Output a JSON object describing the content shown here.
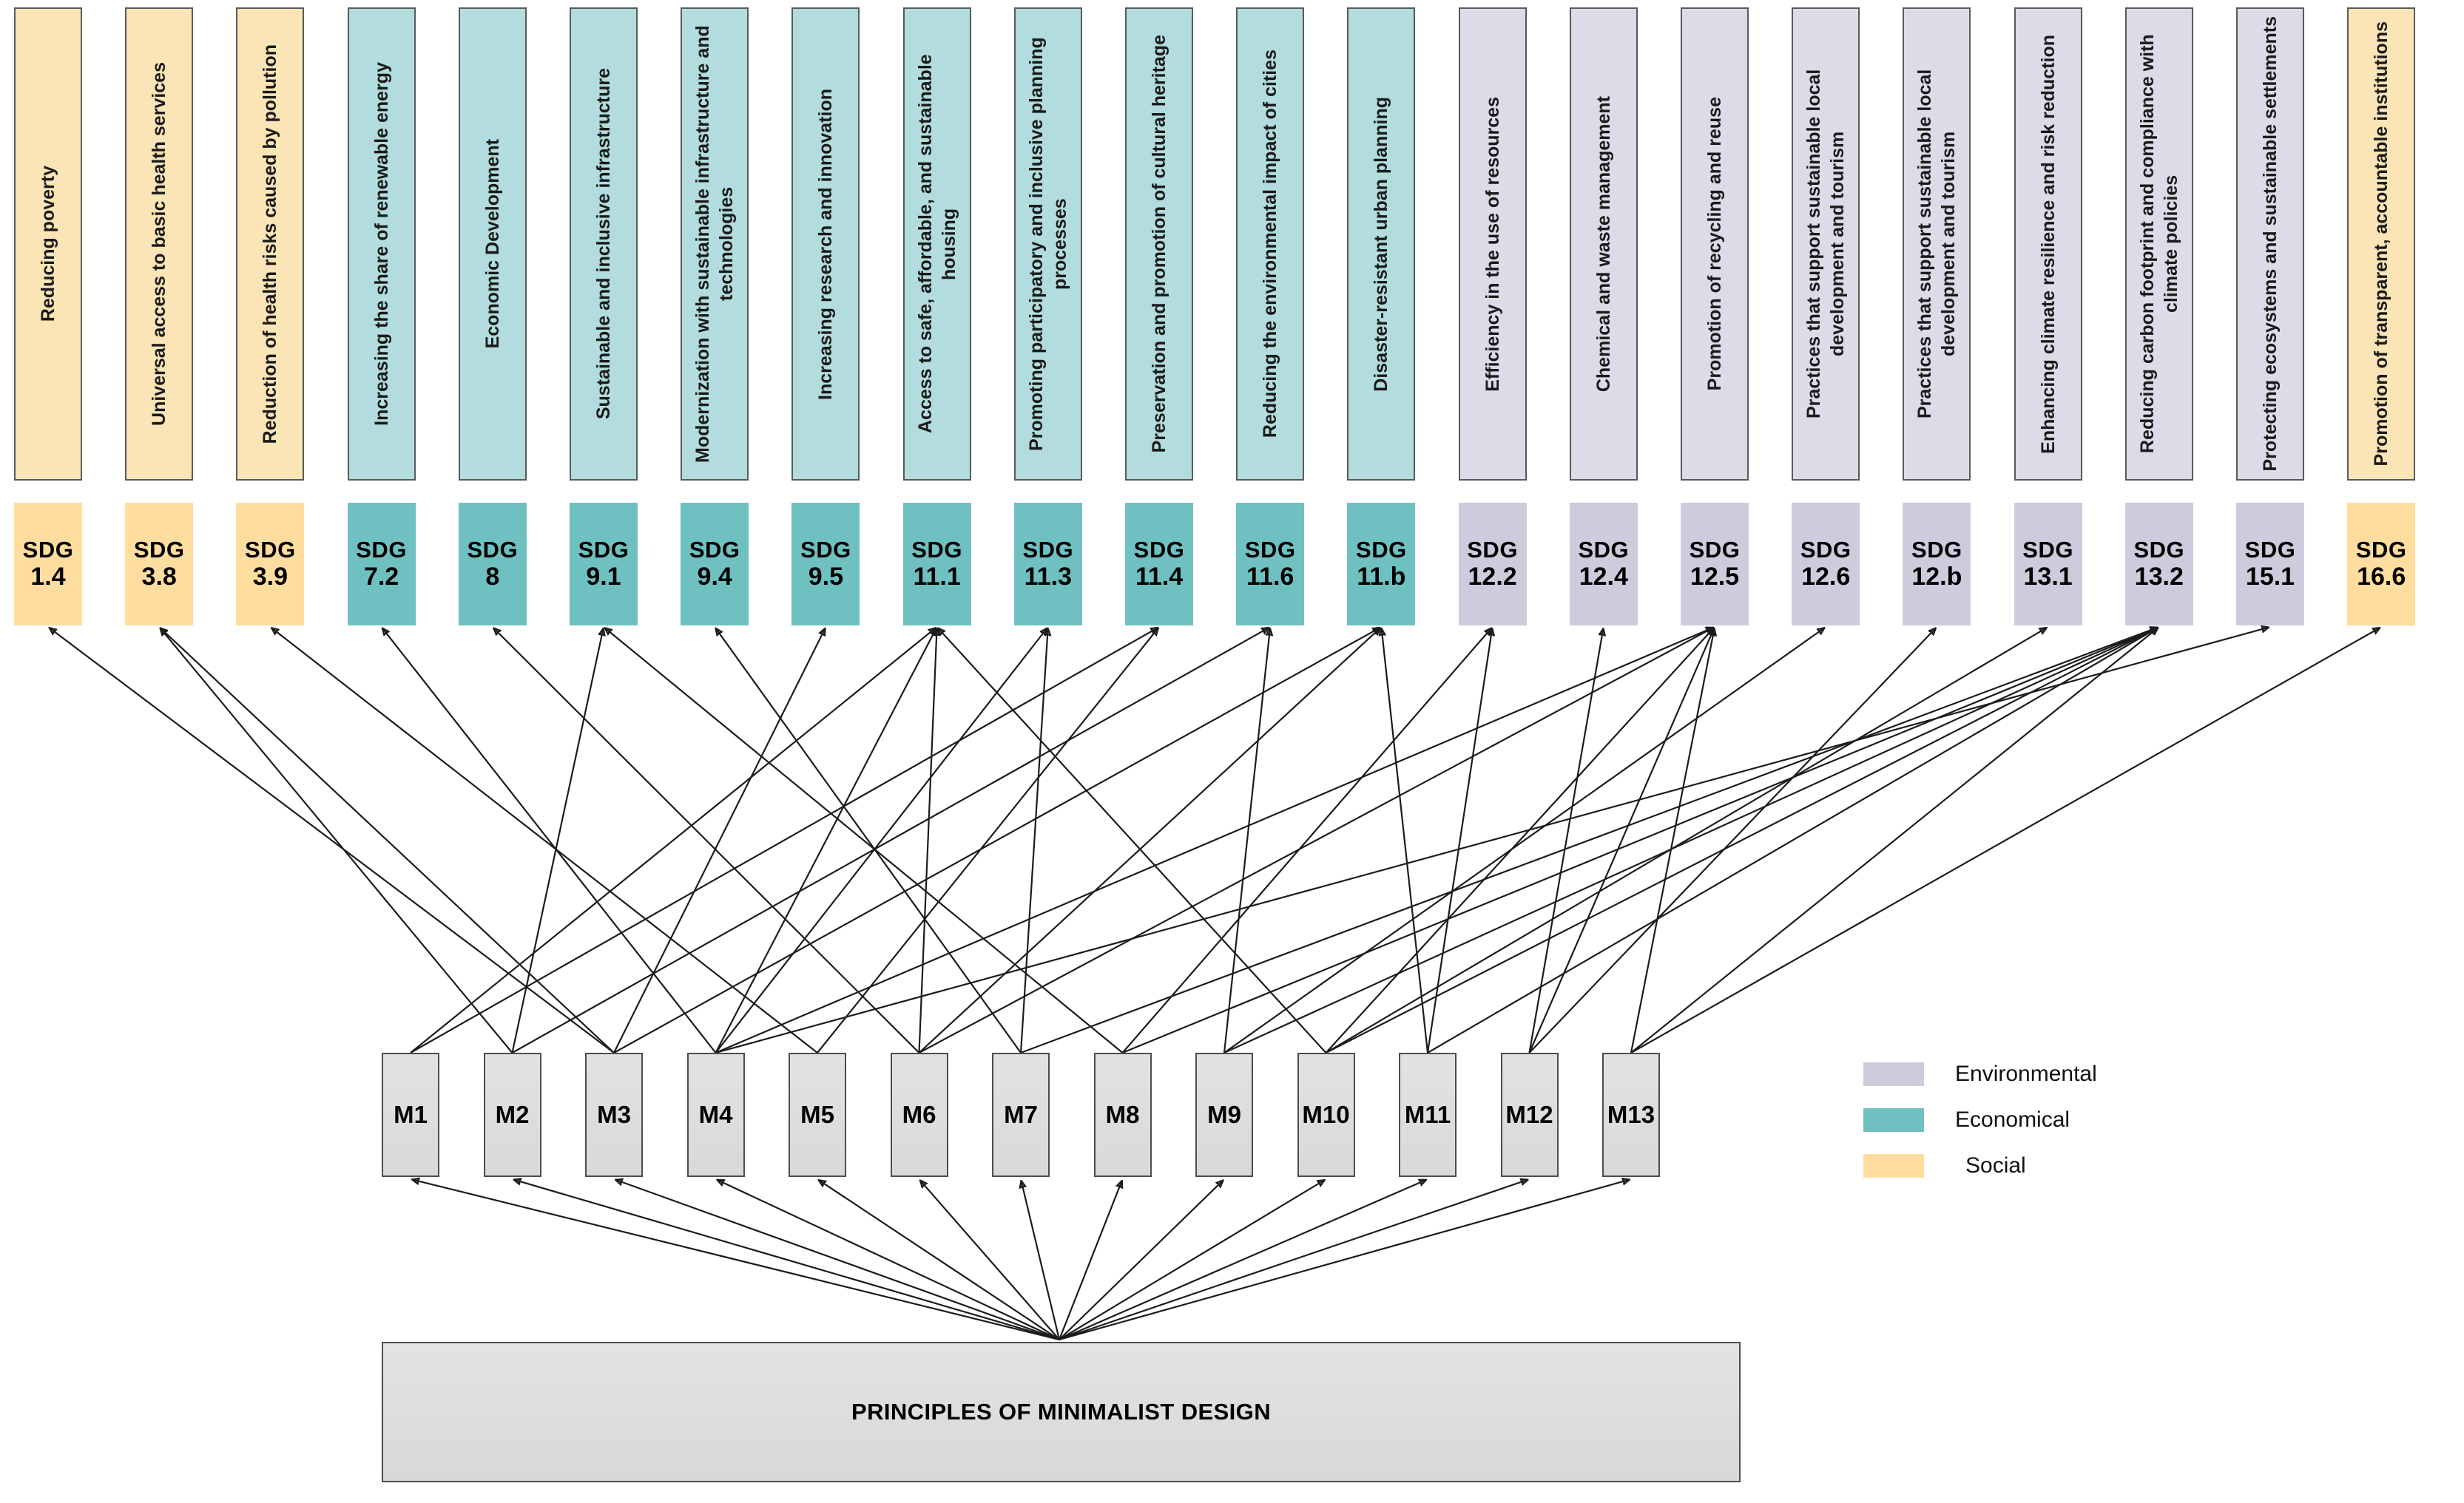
{
  "root": {
    "label": "PRINCIPLES OF MINIMALIST DESIGN"
  },
  "legend": {
    "items": [
      {
        "label": "Environmental",
        "color": "#ccccdd"
      },
      {
        "label": "Economical",
        "color": "#6fc1c1"
      },
      {
        "label": "Social",
        "color": "#ffdd9e"
      }
    ]
  },
  "columns": [
    {
      "description": "Reducing poverty",
      "sdg_prefix": "SDG",
      "sdg_code": "1.4",
      "category": "Social",
      "desc_color": "#fbe5b6",
      "chip_color": "#ffdd9e"
    },
    {
      "description": "Universal access to basic health services",
      "sdg_prefix": "SDG",
      "sdg_code": "3.8",
      "category": "Social",
      "desc_color": "#fbe5b6",
      "chip_color": "#ffdd9e"
    },
    {
      "description": "Reduction of health risks caused by pollution",
      "sdg_prefix": "SDG",
      "sdg_code": "3.9",
      "category": "Social",
      "desc_color": "#fbe5b6",
      "chip_color": "#ffdd9e"
    },
    {
      "description": "Increasing the share of renewable energy",
      "sdg_prefix": "SDG",
      "sdg_code": "7.2",
      "category": "Economical",
      "desc_color": "#b2dcdd",
      "chip_color": "#6fc1c1"
    },
    {
      "description": "Economic Development",
      "sdg_prefix": "SDG",
      "sdg_code": "8",
      "category": "Economical",
      "desc_color": "#b2dcdd",
      "chip_color": "#6fc1c1"
    },
    {
      "description": "Sustainable and inclusive infrastructure",
      "sdg_prefix": "SDG",
      "sdg_code": "9.1",
      "category": "Economical",
      "desc_color": "#b2dcdd",
      "chip_color": "#6fc1c1"
    },
    {
      "description": "Modernization with sustainable infrastructure and technologies",
      "sdg_prefix": "SDG",
      "sdg_code": "9.4",
      "category": "Economical",
      "desc_color": "#b2dcdd",
      "chip_color": "#6fc1c1"
    },
    {
      "description": "Increasing research and innovation",
      "sdg_prefix": "SDG",
      "sdg_code": "9.5",
      "category": "Economical",
      "desc_color": "#b2dcdd",
      "chip_color": "#6fc1c1"
    },
    {
      "description": "Access to safe, affordable, and sustainable housing",
      "sdg_prefix": "SDG",
      "sdg_code": "11.1",
      "category": "Economical",
      "desc_color": "#b2dcdd",
      "chip_color": "#6fc1c1"
    },
    {
      "description": "Promoting participatory and inclusive planning processes",
      "sdg_prefix": "SDG",
      "sdg_code": "11.3",
      "category": "Economical",
      "desc_color": "#b2dcdd",
      "chip_color": "#6fc1c1"
    },
    {
      "description": "Preservation and promotion of cultural heritage",
      "sdg_prefix": "SDG",
      "sdg_code": "11.4",
      "category": "Economical",
      "desc_color": "#b2dcdd",
      "chip_color": "#6fc1c1"
    },
    {
      "description": "Reducing the environmental impact of cities",
      "sdg_prefix": "SDG",
      "sdg_code": "11.6",
      "category": "Economical",
      "desc_color": "#b2dcdd",
      "chip_color": "#6fc1c1"
    },
    {
      "description": "Disaster-resistant urban planning",
      "sdg_prefix": "SDG",
      "sdg_code": "11.b",
      "category": "Economical",
      "desc_color": "#b2dcdd",
      "chip_color": "#6fc1c1"
    },
    {
      "description": "Efficiency in the use of resources",
      "sdg_prefix": "SDG",
      "sdg_code": "12.2",
      "category": "Environmental",
      "desc_color": "#dcdce8",
      "chip_color": "#ccccdd"
    },
    {
      "description": "Chemical and waste management",
      "sdg_prefix": "SDG",
      "sdg_code": "12.4",
      "category": "Environmental",
      "desc_color": "#dcdce8",
      "chip_color": "#ccccdd"
    },
    {
      "description": "Promotion of recycling and reuse",
      "sdg_prefix": "SDG",
      "sdg_code": "12.5",
      "category": "Environmental",
      "desc_color": "#dcdce8",
      "chip_color": "#ccccdd"
    },
    {
      "description": "Practices that support sustainable local development and tourism",
      "sdg_prefix": "SDG",
      "sdg_code": "12.6",
      "category": "Environmental",
      "desc_color": "#dcdce8",
      "chip_color": "#ccccdd"
    },
    {
      "description": "Practices that support sustainable local development and tourism",
      "sdg_prefix": "SDG",
      "sdg_code": "12.b",
      "category": "Environmental",
      "desc_color": "#dcdce8",
      "chip_color": "#ccccdd"
    },
    {
      "description": "Enhancing climate resilience and risk reduction",
      "sdg_prefix": "SDG",
      "sdg_code": "13.1",
      "category": "Environmental",
      "desc_color": "#dcdce8",
      "chip_color": "#ccccdd"
    },
    {
      "description": "Reducing carbon footprint and compliance with climate policies",
      "sdg_prefix": "SDG",
      "sdg_code": "13.2",
      "category": "Environmental",
      "desc_color": "#dcdce8",
      "chip_color": "#ccccdd"
    },
    {
      "description": "Protecting ecosystems and sustainable settlements",
      "sdg_prefix": "SDG",
      "sdg_code": "15.1",
      "category": "Environmental",
      "desc_color": "#dcdce8",
      "chip_color": "#ccccdd"
    },
    {
      "description": "Promotion of transparent, accountable institutions",
      "sdg_prefix": "SDG",
      "sdg_code": "16.6",
      "category": "Social",
      "desc_color": "#fbe5b6",
      "chip_color": "#ffdd9e"
    }
  ],
  "measures": [
    {
      "label": "M1"
    },
    {
      "label": "M2"
    },
    {
      "label": "M3"
    },
    {
      "label": "M4"
    },
    {
      "label": "M5"
    },
    {
      "label": "M6"
    },
    {
      "label": "M7"
    },
    {
      "label": "M8"
    },
    {
      "label": "M9"
    },
    {
      "label": "M10"
    },
    {
      "label": "M11"
    },
    {
      "label": "M12"
    },
    {
      "label": "M13"
    }
  ],
  "links": {
    "measure_to_sdg": [
      [
        0,
        8
      ],
      [
        0,
        10
      ],
      [
        1,
        1
      ],
      [
        1,
        5
      ],
      [
        1,
        11
      ],
      [
        2,
        0
      ],
      [
        2,
        1
      ],
      [
        2,
        7
      ],
      [
        2,
        12
      ],
      [
        3,
        3
      ],
      [
        3,
        8
      ],
      [
        3,
        9
      ],
      [
        3,
        15
      ],
      [
        3,
        20
      ],
      [
        4,
        2
      ],
      [
        4,
        10
      ],
      [
        5,
        4
      ],
      [
        5,
        8
      ],
      [
        5,
        12
      ],
      [
        5,
        15
      ],
      [
        6,
        6
      ],
      [
        6,
        9
      ],
      [
        6,
        19
      ],
      [
        7,
        5
      ],
      [
        7,
        13
      ],
      [
        7,
        19
      ],
      [
        8,
        11
      ],
      [
        8,
        16
      ],
      [
        8,
        19
      ],
      [
        9,
        8
      ],
      [
        9,
        15
      ],
      [
        9,
        18
      ],
      [
        9,
        19
      ],
      [
        10,
        12
      ],
      [
        10,
        13
      ],
      [
        10,
        19
      ],
      [
        11,
        14
      ],
      [
        11,
        15
      ],
      [
        11,
        17
      ],
      [
        12,
        15
      ],
      [
        12,
        19
      ],
      [
        12,
        21
      ]
    ],
    "root_to_measure": [
      0,
      1,
      2,
      3,
      4,
      5,
      6,
      7,
      8,
      9,
      10,
      11,
      12
    ]
  }
}
